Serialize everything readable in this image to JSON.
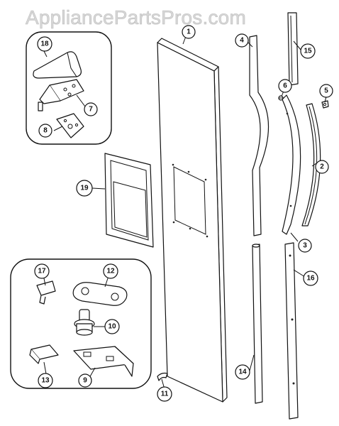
{
  "watermark": "AppliancePartsPros.com",
  "callouts": {
    "p1": "1",
    "p2": "2",
    "p3": "3",
    "p4": "4",
    "p5": "5",
    "p6": "6",
    "p7": "7",
    "p8": "8",
    "p9": "9",
    "p10": "10",
    "p11": "11",
    "p12": "12",
    "p13": "13",
    "p14": "14",
    "p15": "15",
    "p16": "16",
    "p17": "17",
    "p18": "18",
    "p19": "19"
  },
  "colors": {
    "line": "#111111",
    "watermark": "#d8d8d8",
    "background": "#ffffff"
  }
}
